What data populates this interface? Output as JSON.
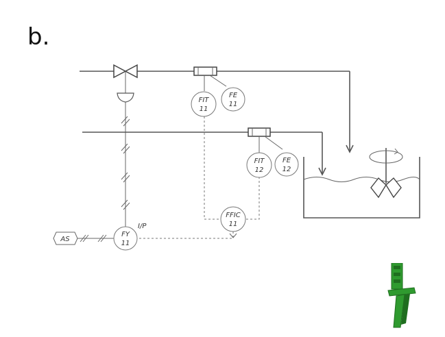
{
  "panel_label": "b.",
  "instruments": {
    "fit11": {
      "line1": "FIT",
      "line2": "11"
    },
    "fe11": {
      "line1": "FE",
      "line2": "11"
    },
    "fit12": {
      "line1": "FIT",
      "line2": "12"
    },
    "fe12": {
      "line1": "FE",
      "line2": "12"
    },
    "ffic11": {
      "line1": "FFIC",
      "line2": "11"
    },
    "fy11": {
      "line1": "FY",
      "line2": "11"
    },
    "fy11_note": "I/P",
    "as_supply": "AS"
  },
  "colors": {
    "lines": "#555555",
    "logo_green": "#2f9a2f",
    "logo_dark": "#1f6e1f"
  }
}
